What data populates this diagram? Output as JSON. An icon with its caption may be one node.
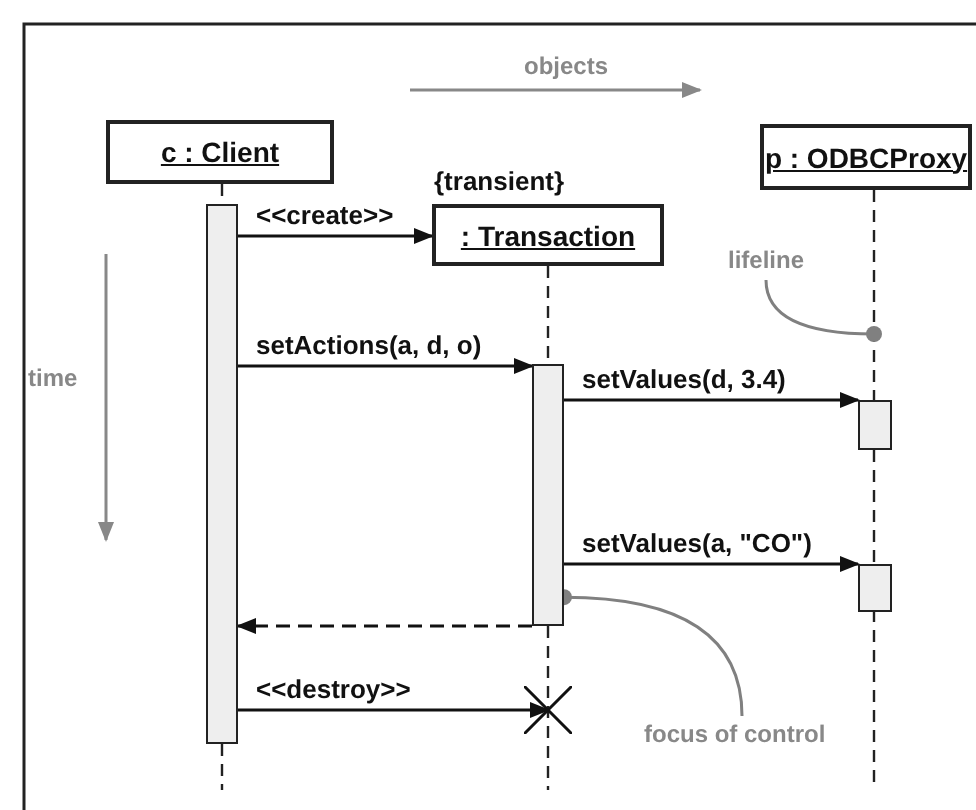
{
  "diagram": {
    "nodes": [
      {
        "text": [
          "c : Client"
        ]
      },
      {
        "text": [
          ": Transaction"
        ],
        "beside": [
          "{transient}"
        ]
      },
      {
        "text": [
          "p : ODBCProxy"
        ]
      },
      {
        "text": [],
        "shape": "bar"
      },
      {
        "text": [],
        "shape": "bar"
      },
      {
        "text": [],
        "shape": "bar"
      },
      {
        "text": [],
        "shape": "bar"
      },
      {
        "text": [],
        "shape": "cross"
      },
      {
        "text": [
          "lifeline"
        ]
      },
      {
        "text": [
          "focus of control"
        ]
      }
    ],
    "edges": [
      {
        "from": 3,
        "to": 1,
        "arrow": "to",
        "label": "<<create>>"
      },
      {
        "from": 3,
        "to": 4,
        "arrow": "to",
        "label": "setActions(a, d, o)"
      },
      {
        "from": 4,
        "to": 5,
        "arrow": "to",
        "label": "setValues(d, 3.4)"
      },
      {
        "from": 4,
        "to": 6,
        "arrow": "to",
        "label": "setValues(a, \"CO\")"
      },
      {
        "from": 4,
        "to": 3,
        "arrow": "to",
        "style": "dashed"
      },
      {
        "from": 3,
        "to": 7,
        "arrow": "to",
        "label": "<<destroy>>"
      },
      {
        "from": 8,
        "to": null,
        "arrow": "other",
        "color": "#808080"
      },
      {
        "from": 9,
        "to": 4,
        "arrow": "other",
        "color": "#808080"
      }
    ],
    "labels": [
      "objects",
      "time"
    ]
  }
}
